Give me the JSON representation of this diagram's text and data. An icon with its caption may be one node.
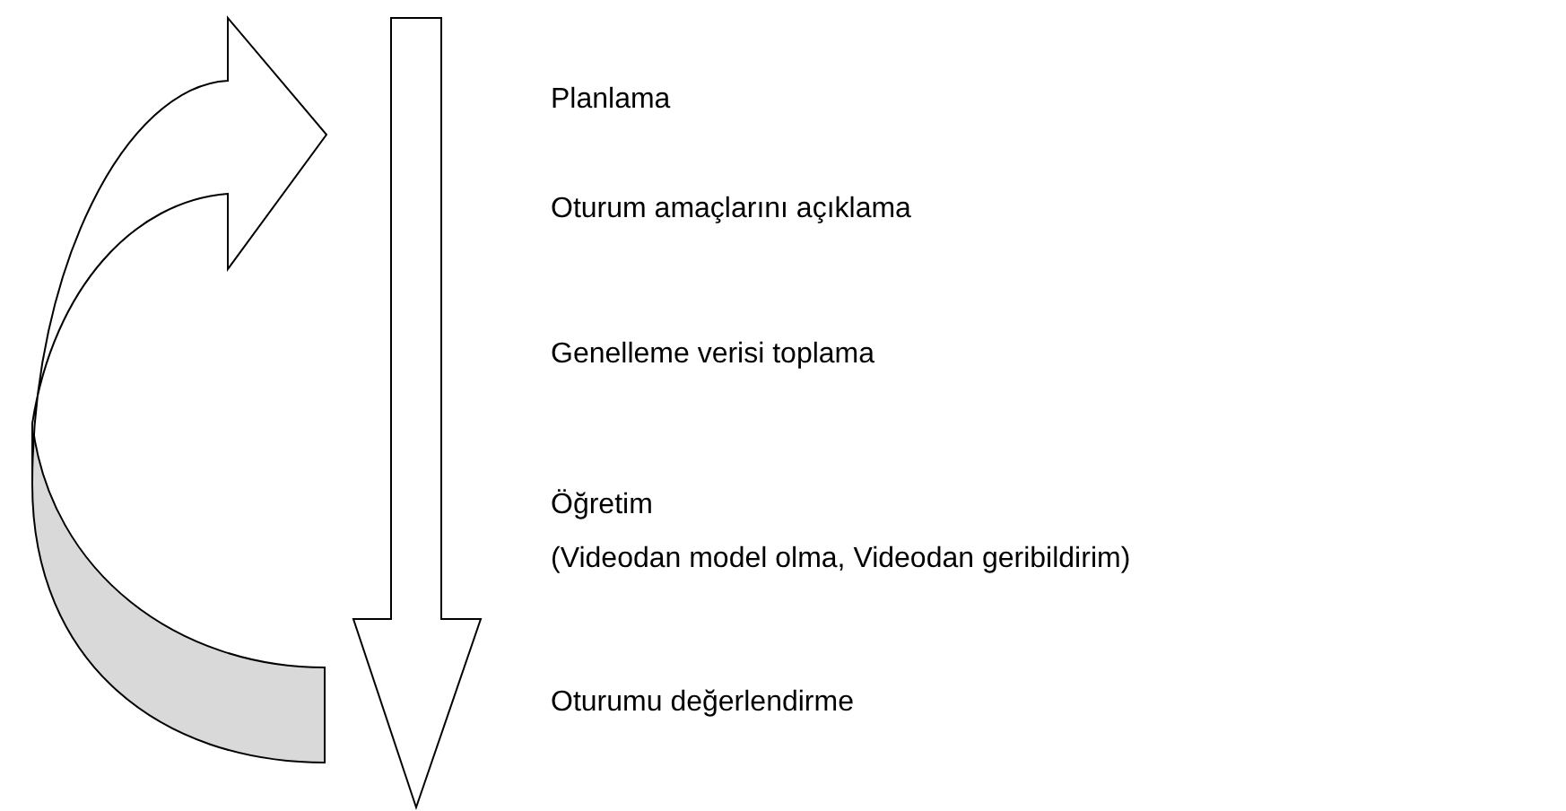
{
  "diagram": {
    "labels": [
      "Planlama",
      "Oturum amaçlarını açıklama",
      "Genelleme verisi toplama",
      "Öğretim",
      "(Videodan model olma, Videodan geribildirim)",
      "Oturumu değerlendirme"
    ]
  }
}
